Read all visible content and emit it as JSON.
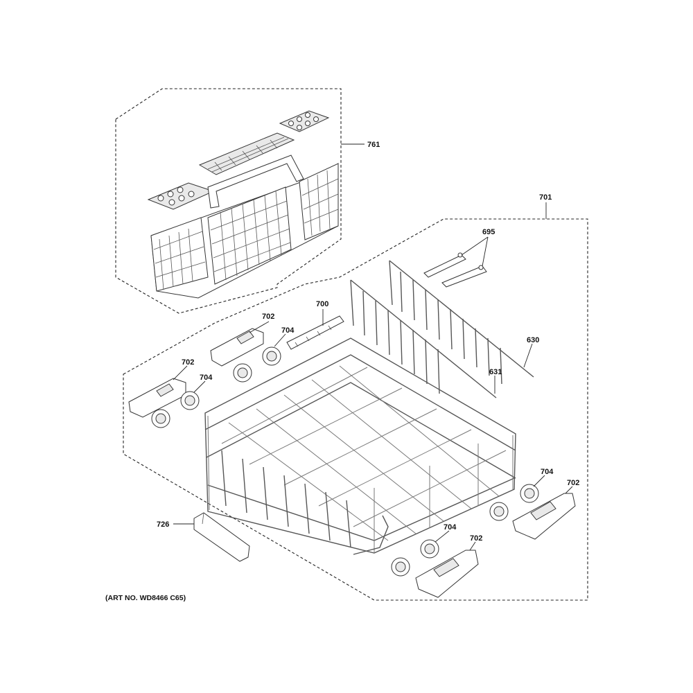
{
  "diagram": {
    "art_number": "(ART NO. WD8466 C65)",
    "callouts": [
      {
        "id": "c761",
        "label": "761"
      },
      {
        "id": "c701",
        "label": "701"
      },
      {
        "id": "c695",
        "label": "695"
      },
      {
        "id": "c700",
        "label": "700"
      },
      {
        "id": "c702a",
        "label": "702"
      },
      {
        "id": "c704a",
        "label": "704"
      },
      {
        "id": "c702b",
        "label": "702"
      },
      {
        "id": "c704b",
        "label": "704"
      },
      {
        "id": "c630",
        "label": "630"
      },
      {
        "id": "c631",
        "label": "631"
      },
      {
        "id": "c726",
        "label": "726"
      },
      {
        "id": "c704c",
        "label": "704"
      },
      {
        "id": "c702c",
        "label": "702"
      },
      {
        "id": "c704d",
        "label": "704"
      },
      {
        "id": "c702d",
        "label": "702"
      }
    ]
  }
}
